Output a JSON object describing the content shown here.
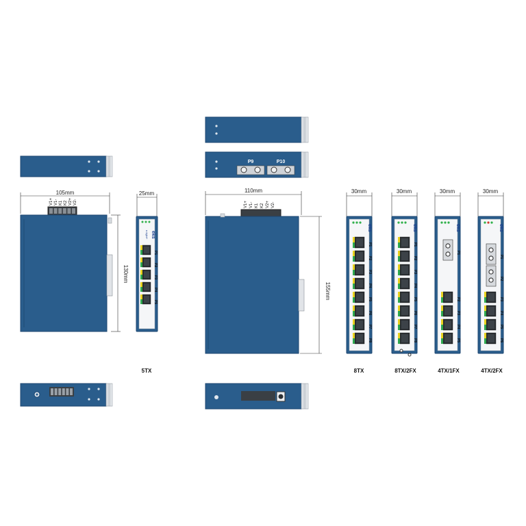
{
  "colors": {
    "housing": "#2a5d8c",
    "housing_dark": "#1d4670",
    "rail": "#cfd3d8",
    "face": "#f5f6f8",
    "port_body": "#2b2f33",
    "port_yellow": "#e8d21f",
    "port_green": "#2fa84f",
    "led_green": "#30b04a",
    "led_red": "#d23a2a",
    "logo": "#1a3f8f"
  },
  "dimensions": {
    "w105": "105mm",
    "h130": "130mm",
    "w25": "25mm",
    "w110": "110mm",
    "h155": "155mm",
    "w30": "30mm"
  },
  "models": {
    "m5tx": "5TX",
    "m8tx": "8TX",
    "m8tx2fx": "8TX/2FX",
    "m4tx1fx": "4TX/1FX",
    "m4tx2fx": "4TX/2FX"
  },
  "brand": {
    "logo": "eks",
    "sub": "e-light+"
  },
  "ports": {
    "p1": "P1",
    "p2": "P2",
    "p3": "P3",
    "p4": "P4",
    "p5": "P5",
    "p6": "P6",
    "p7": "P7",
    "p8": "P8",
    "p9": "P9",
    "p10": "P10"
  },
  "terminals": [
    "V1+",
    "V1-",
    "K1",
    "K2",
    "V2+",
    "V2-"
  ]
}
